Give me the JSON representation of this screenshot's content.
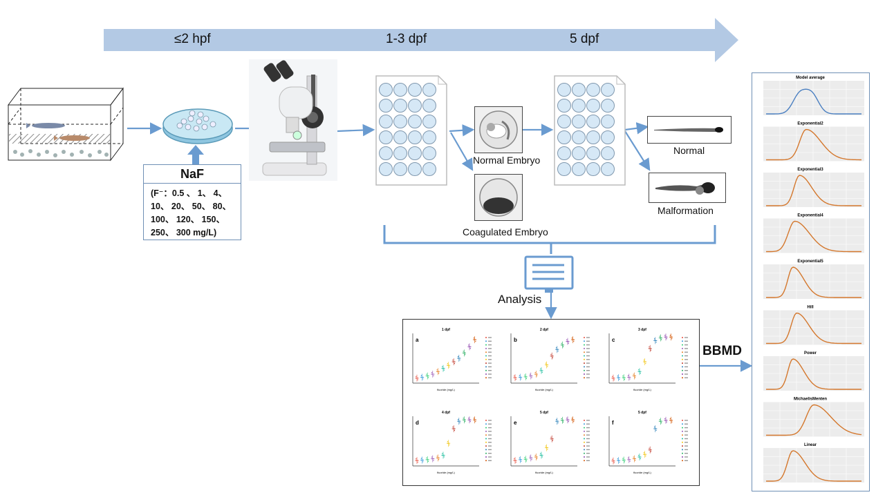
{
  "timeline": {
    "stages": [
      "≤2 hpf",
      "1-3 dpf",
      "5 dpf"
    ],
    "color": "#b3c9e4"
  },
  "naf": {
    "title": "NaF",
    "lines": [
      "(F⁻：0.5 、 1、 4、",
      "10、 20、 50、 80、",
      "100、 120、 150、",
      "250、 300 mg/L)"
    ]
  },
  "embryos": {
    "normal": "Normal Embryo",
    "coagulated": "Coagulated Embryo"
  },
  "larvae": {
    "normal": "Normal",
    "malformation": "Malformation"
  },
  "analysis_label": "Analysis",
  "bbmd_label": "BBMD",
  "mortality_panels": [
    {
      "letter": "a",
      "title": "1 dpf"
    },
    {
      "letter": "b",
      "title": "2 dpf"
    },
    {
      "letter": "c",
      "title": "3 dpf"
    },
    {
      "letter": "d",
      "title": "4 dpf"
    },
    {
      "letter": "e",
      "title": "5 dpf"
    },
    {
      "letter": "f",
      "title": "5 dpf"
    }
  ],
  "mortality_axis": {
    "xlabel": "fluoride (mg/L)"
  },
  "bbmd_models": [
    {
      "name": "Model average",
      "color": "#4a7fc1"
    },
    {
      "name": "Exponential2",
      "color": "#d4772c"
    },
    {
      "name": "Exponential3",
      "color": "#d4772c"
    },
    {
      "name": "Exponential4",
      "color": "#d4772c"
    },
    {
      "name": "Exponential5",
      "color": "#d4772c"
    },
    {
      "name": "Hill",
      "color": "#d4772c"
    },
    {
      "name": "Power",
      "color": "#d4772c"
    },
    {
      "name": "MichaelisMenten",
      "color": "#d4772c"
    },
    {
      "name": "Linear",
      "color": "#d4772c"
    }
  ],
  "colors": {
    "arrow": "#6a9bd0",
    "accent": "#4a7fc1",
    "orange": "#d4772c"
  }
}
